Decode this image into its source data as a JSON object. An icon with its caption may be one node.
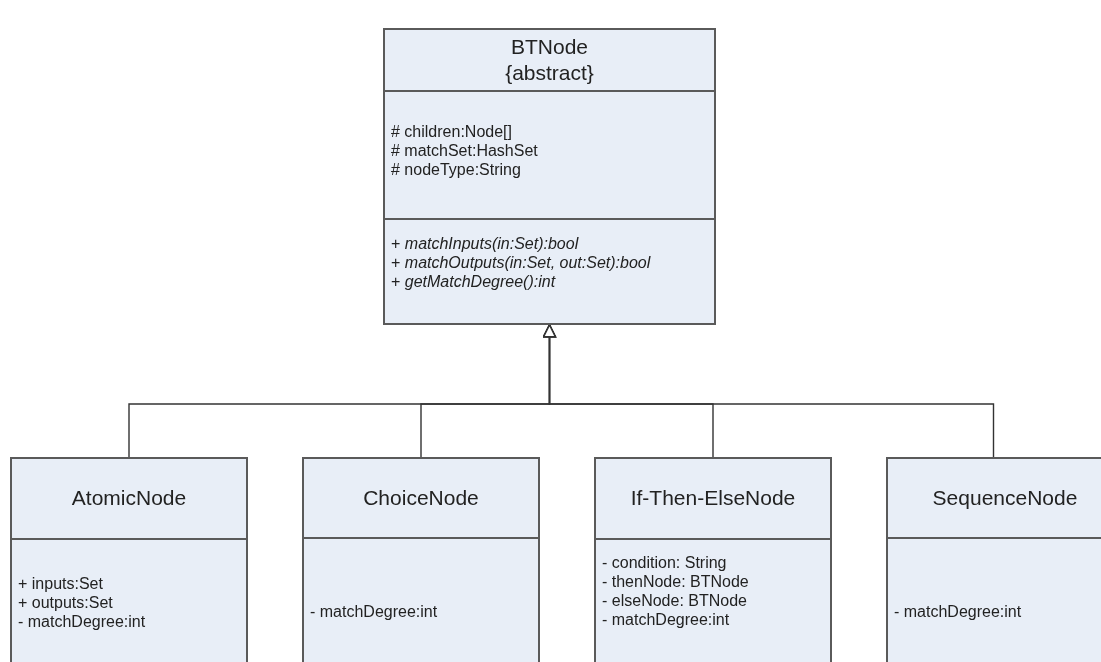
{
  "diagram": {
    "nodes": [
      {
        "text": [
          "BTNode",
          "{abstract}",
          "# children:Node[]",
          "# matchSet:HashSet",
          "# nodeType:String",
          "+ *matchInputs(in:Set):bool*",
          "+ *matchOutputs(in:Set, out:Set):bool*",
          "+ *getMatchDegree():int*"
        ]
      },
      {
        "text": [
          "AtomicNode",
          "+ inputs:Set",
          "+ outputs:Set",
          "- matchDegree:int"
        ]
      },
      {
        "text": [
          "ChoiceNode",
          "- matchDegree:int"
        ]
      },
      {
        "text": [
          "If-Then-ElseNode",
          "- condition: String",
          "- thenNode: BTNode",
          "- elseNode: BTNode",
          "- matchDegree:int"
        ]
      },
      {
        "text": [
          "SequenceNode",
          "- matchDegree:int"
        ]
      }
    ],
    "edges": [
      {
        "from": 1,
        "to": 0,
        "arrow": "to"
      },
      {
        "from": 2,
        "to": 0,
        "arrow": "to"
      },
      {
        "from": 3,
        "to": 0,
        "arrow": "to"
      },
      {
        "from": 4,
        "to": 0,
        "arrow": "to"
      }
    ]
  }
}
